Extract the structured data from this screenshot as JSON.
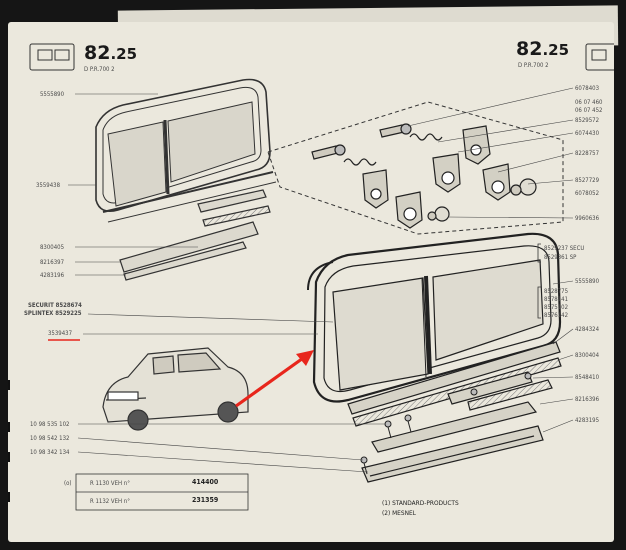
{
  "header": {
    "page_number_left": "82",
    "page_suffix_left": ".25",
    "ref_left": "D   P.R.700 2",
    "page_number_right": "82",
    "page_suffix_right": ".25",
    "ref_right": "D   P.R.700 2"
  },
  "left_labels": {
    "l1": "5555890",
    "l2": "3559438",
    "l3": "8300405",
    "l4": "8216397",
    "l5": "4283196",
    "securit": "SECURIT 8528674",
    "splintex": "SPLINTEX 8529225",
    "l6": "3539437",
    "b1": "10 98 535 102",
    "b2": "10 98 542 132",
    "b3": "10 98 342 134"
  },
  "right_labels": {
    "r1": "6078403",
    "r2a": "06 07 460",
    "r2b": "06 07 452",
    "r3": "8529572",
    "r4": "6074430",
    "r5": "8228757",
    "r6": "8527729",
    "r7": "6078052",
    "r8": "9960636",
    "r9": "8529237 SECU",
    "r10": "8529361 SP",
    "r11": "5555890",
    "r12": "8528775",
    "r13": "8578141",
    "r14": "8575102",
    "r15": "8576142",
    "r16": "4284324",
    "r17": "8300404",
    "r18": "8548410",
    "r19": "8216396",
    "r20": "4283195"
  },
  "model_table": {
    "prefix": "(o)",
    "row1_model": "R 1130 VEH n°",
    "row1_number": "414400",
    "row2_model": "R 1132 VEH n°",
    "row2_number": "231359"
  },
  "footnotes": {
    "f1": "(1) STANDARD-PRODUCTS",
    "f2": "(2) MESNEL"
  },
  "annotation": {
    "arrow_color": "#e8261c"
  }
}
